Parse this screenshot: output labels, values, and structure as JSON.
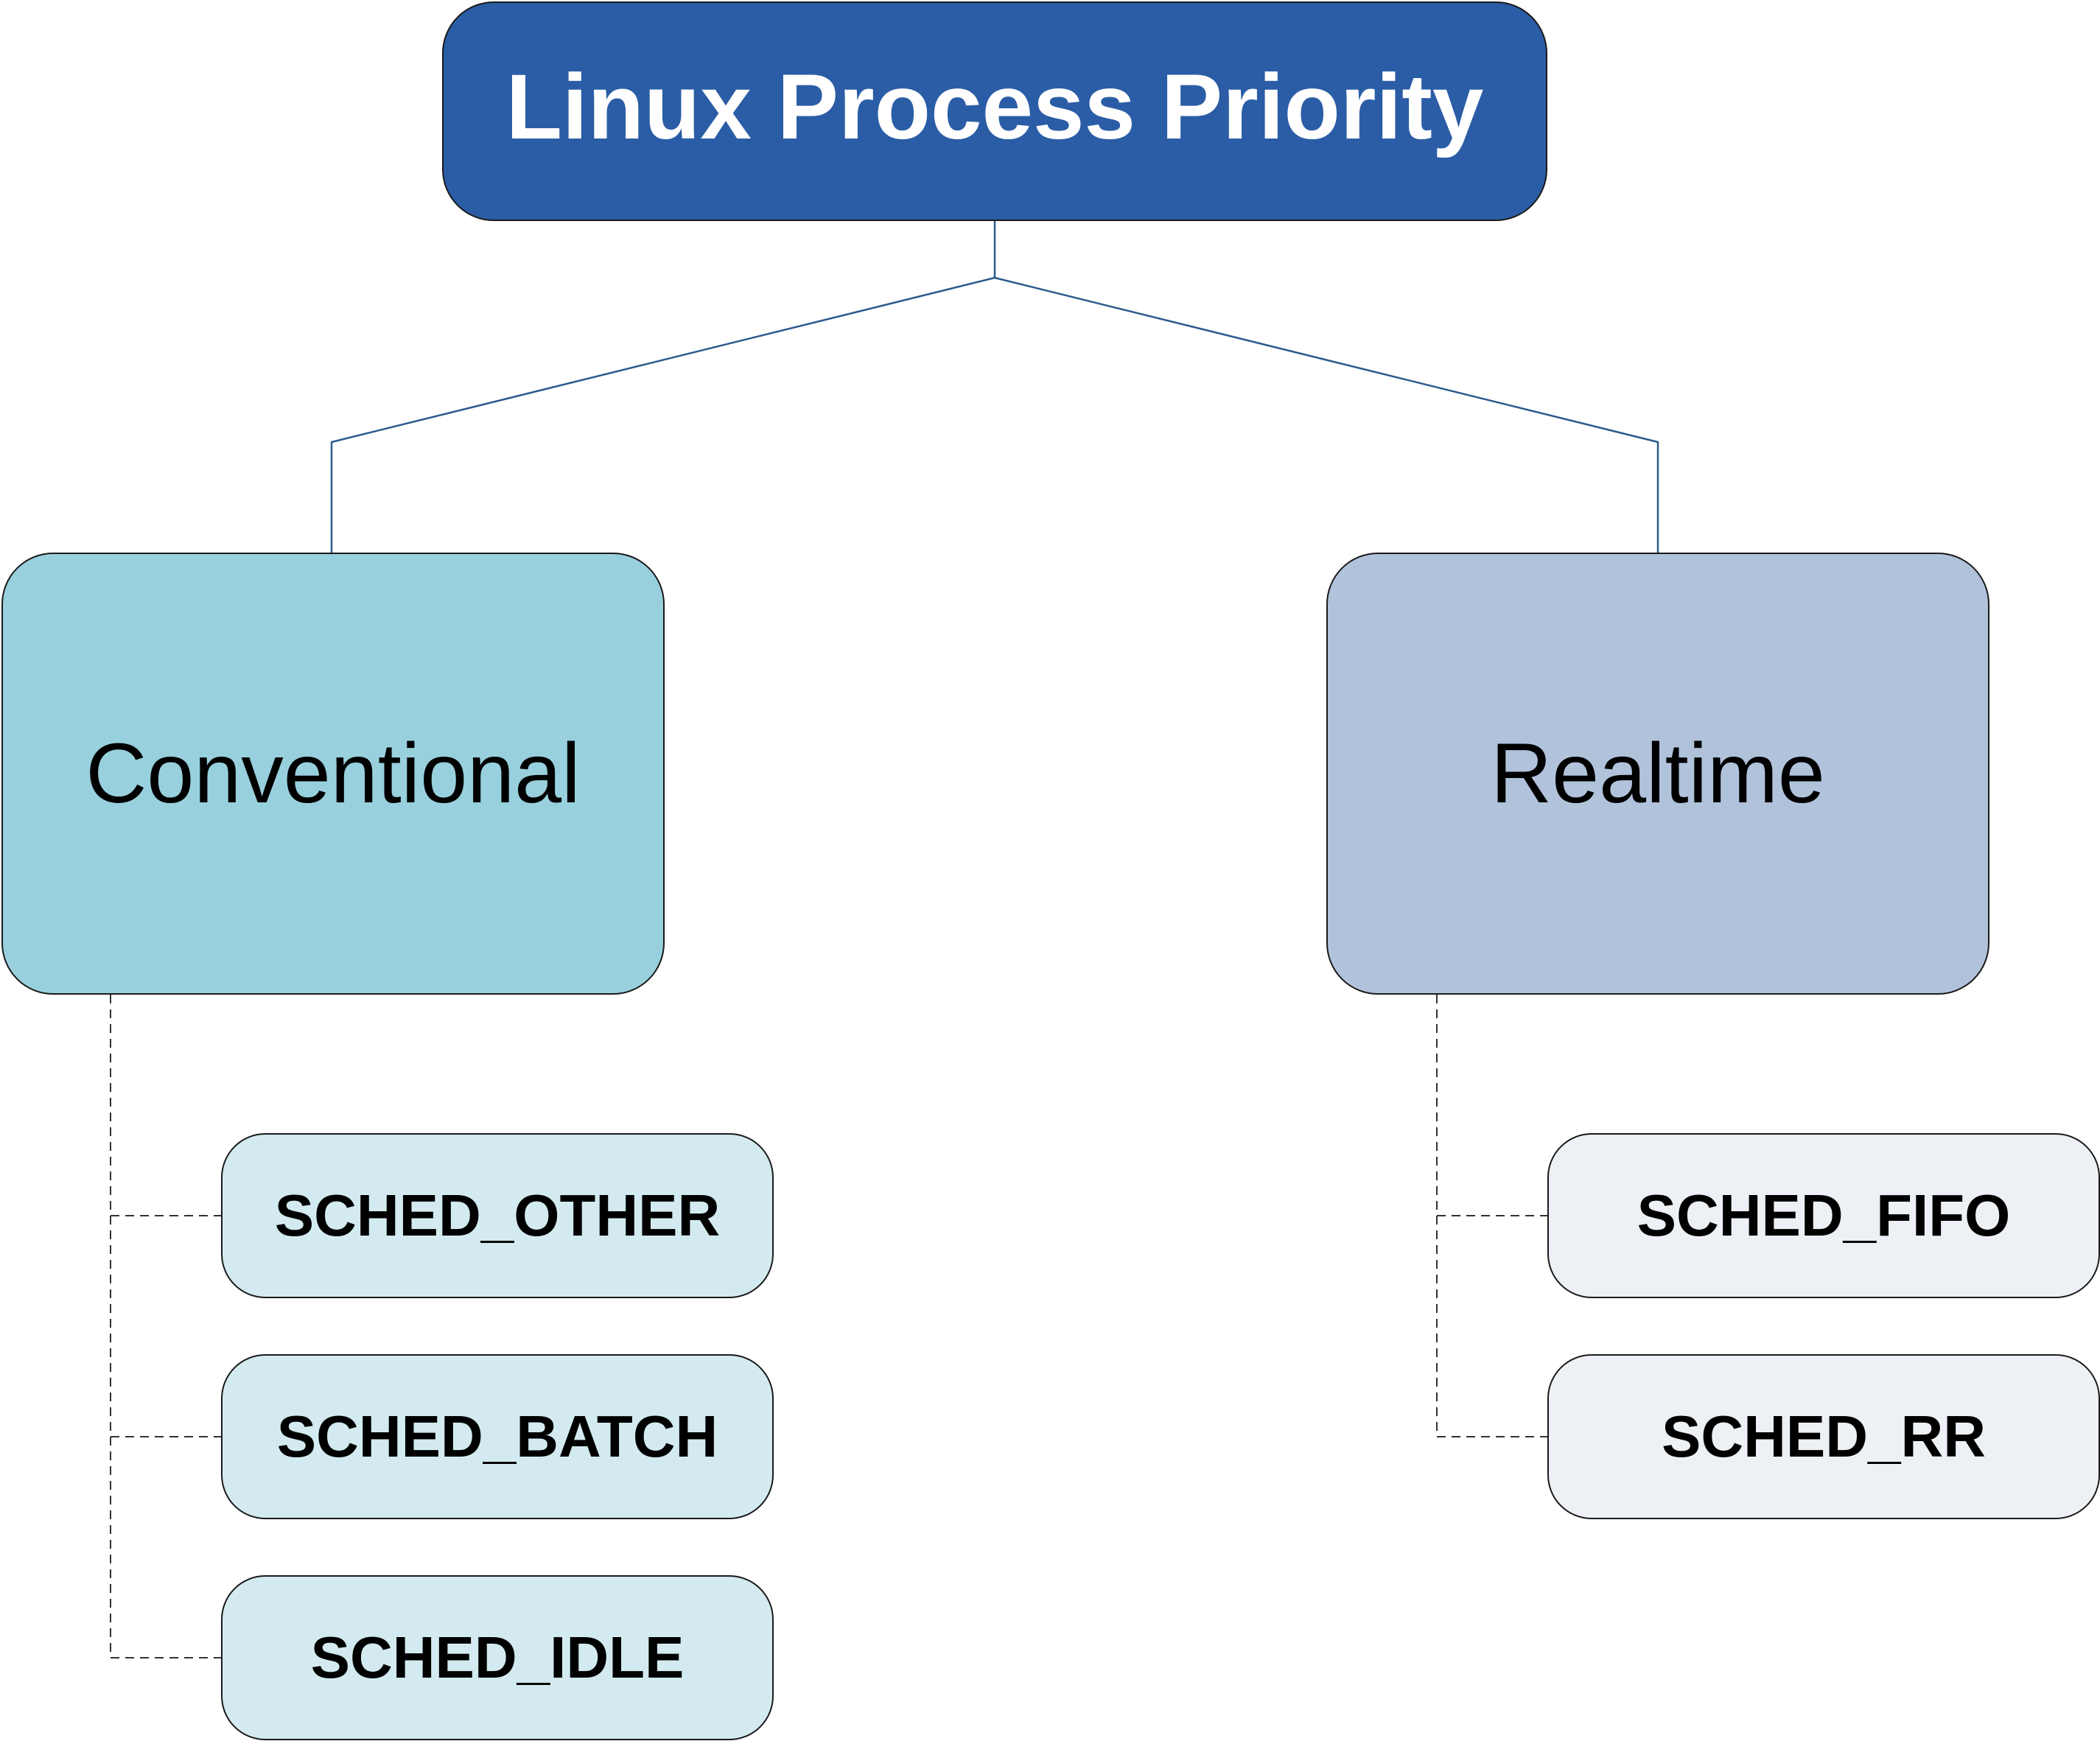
{
  "diagram": {
    "root": {
      "label": "Linux Process Priority",
      "color": "#2b5da6"
    },
    "categories": [
      {
        "label": "Conventional",
        "color": "#99d0dd",
        "policy_color": "#d3ebf0",
        "policies": [
          {
            "label": "SCHED_OTHER"
          },
          {
            "label": "SCHED_BATCH"
          },
          {
            "label": "SCHED_IDLE"
          }
        ]
      },
      {
        "label": "Realtime",
        "color": "#b1c3db",
        "policy_color": "#edf1f6",
        "policies": [
          {
            "label": "SCHED_FIFO"
          },
          {
            "label": "SCHED_RR"
          }
        ]
      }
    ],
    "connector_color": "#2b5a8c"
  }
}
